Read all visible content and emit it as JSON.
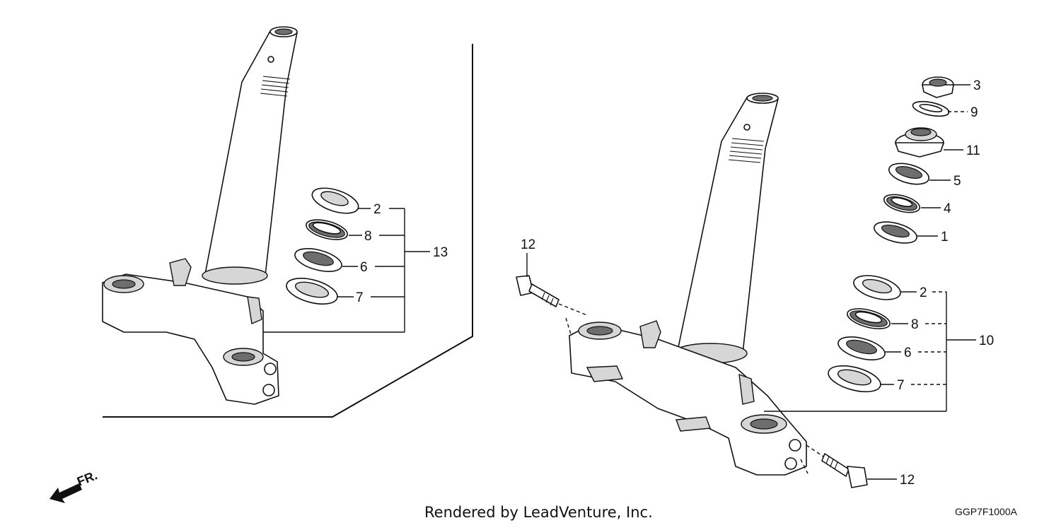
{
  "left_assembly": {
    "callouts": [
      "2",
      "8",
      "6",
      "7",
      "13"
    ]
  },
  "right_assembly": {
    "top_callouts": [
      "3",
      "9",
      "11",
      "5",
      "4",
      "1"
    ],
    "kit_callouts": [
      "2",
      "8",
      "6",
      "7",
      "10"
    ],
    "bolt_callouts": [
      "12",
      "12"
    ]
  },
  "direction_label": "FR.",
  "footer": {
    "credit": "Rendered by LeadVenture, Inc.",
    "drawing_code": "GGP7F1000A"
  }
}
